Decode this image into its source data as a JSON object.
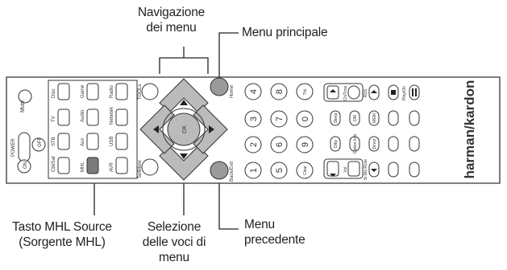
{
  "callouts": {
    "nav_line1": "Navigazione",
    "nav_line2": "dei menu",
    "main_menu": "Menu principale",
    "mhl_line1": "Tasto MHL Source",
    "mhl_line2": "(Sorgente MHL)",
    "sel_line1": "Selezione",
    "sel_line2": "delle voci di",
    "sel_line3": "menu",
    "back_line1": "Menu",
    "back_line2": "precedente"
  },
  "remote": {
    "brand": "harman/kardon",
    "mute": "Mute",
    "power": "POWER",
    "on": "ON",
    "off": "OFF",
    "col_labels": [
      "Disc",
      "TV",
      "STB",
      "Cbl/Sat",
      "Game",
      "Audio",
      "Aux",
      "MHL",
      "Radio",
      "Network",
      "USB",
      "AVR"
    ],
    "tools": "TOOLs",
    "home": "Home",
    "setmore": "SetMore",
    "backexit": "Back/Exit",
    "ok": "OK",
    "numbers": [
      "4",
      "8",
      "3",
      "7",
      "0",
      "2",
      "6",
      "9",
      "1",
      "5"
    ],
    "small_btns": [
      "Tht.",
      "Sleep",
      "DM",
      "MEM",
      "Dlby",
      "Option Info",
      "Direct",
      "Clear",
      "Ch/Time",
      "RDS",
      "Play/Oh",
      "Vol",
      "Sr.Mo Rcoe"
    ]
  }
}
